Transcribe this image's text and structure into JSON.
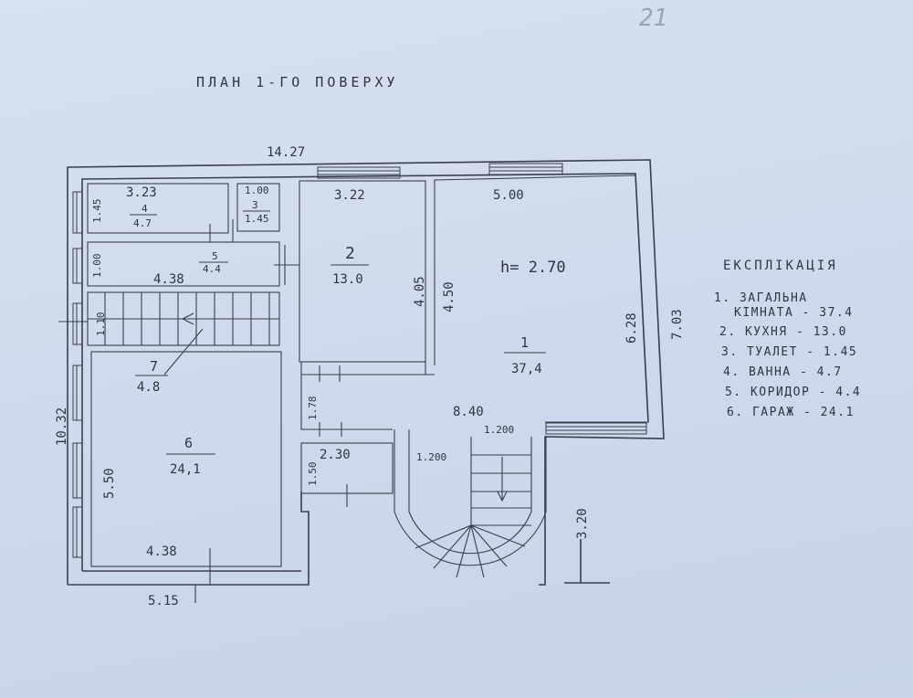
{
  "sheet_number": "21",
  "title": "ПЛАН  1-ГО  ПОВЕРХУ",
  "ceiling_height": "h= 2.70",
  "rooms": [
    {
      "number": "1",
      "area": "37,4"
    },
    {
      "number": "2",
      "area": "13.0"
    },
    {
      "number": "3",
      "area": "1.45"
    },
    {
      "number": "4",
      "area": "4.7"
    },
    {
      "number": "5",
      "area": "4.4"
    },
    {
      "number": "6",
      "area": "24,1"
    },
    {
      "number": "7",
      "area": "4.8"
    }
  ],
  "dimensions": {
    "overall_width": "14.27",
    "overall_height": "10.32",
    "room4_width": "3.23",
    "room4_depth": "1.45",
    "room3_width": "1.00",
    "room5_depth": "1.00",
    "room5_width": "4.38",
    "stair7_depth": "1.10",
    "room2_width": "3.22",
    "room2_depth": "4.05",
    "room1_depth_left": "4.50",
    "room1_width": "5.00",
    "room1_depth_right": "6.28",
    "right_total": "7.03",
    "hall_depth": "1.78",
    "hall_width": "8.40",
    "stair_width_1": "1.200",
    "stair_width_2": "1.200",
    "porch_width": "2.30",
    "porch_depth": "1.50",
    "room6_depth": "5.50",
    "room6_width": "4.38",
    "bottom_width": "5.15",
    "projection": "3.20"
  },
  "legend": {
    "title": "ЕКСПЛІКАЦІЯ",
    "items": [
      {
        "line1": "1. ЗАГАЛЬНА",
        "line2": "КІМНАТА  - 37.4"
      },
      {
        "line1": "2. КУХНЯ   - 13.0"
      },
      {
        "line1": "3. ТУАЛЕТ  - 1.45"
      },
      {
        "line1": "4. ВАННА   - 4.7"
      },
      {
        "line1": "5. КОРИДОР - 4.4"
      },
      {
        "line1": "6. ГАРАЖ   - 24.1"
      }
    ]
  }
}
